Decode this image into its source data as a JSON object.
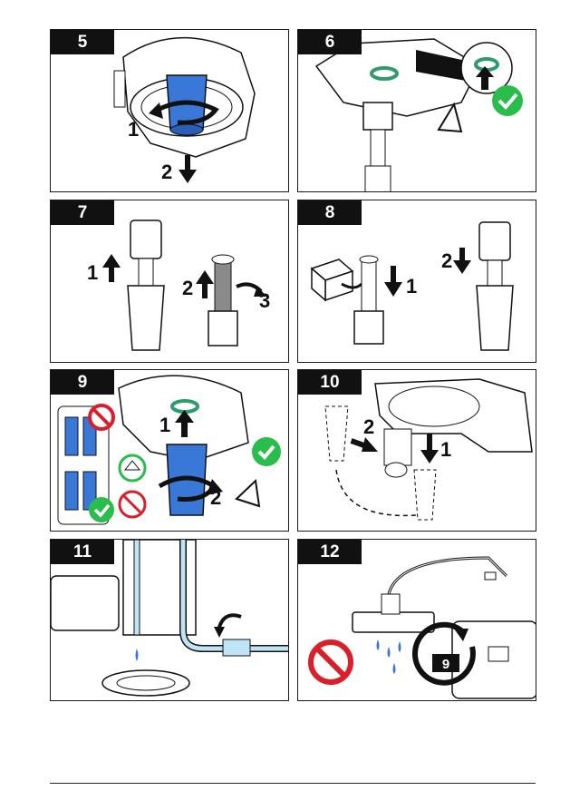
{
  "steps": [
    {
      "number": "5",
      "labels": [
        "1",
        "2"
      ]
    },
    {
      "number": "6",
      "labels": []
    },
    {
      "number": "7",
      "labels": [
        "1",
        "2",
        "3"
      ]
    },
    {
      "number": "8",
      "labels": [
        "2",
        "1"
      ]
    },
    {
      "number": "9",
      "labels": [
        "1",
        "2"
      ]
    },
    {
      "number": "10",
      "labels": [
        "2",
        "1"
      ]
    },
    {
      "number": "11",
      "labels": []
    },
    {
      "number": "12",
      "labels": [
        "9"
      ]
    }
  ],
  "colors": {
    "blue": "#3a78d8",
    "green": "#2bbd4c",
    "red": "#d9202a",
    "water": "#bfe4f5",
    "seal": "#2e9b6a"
  },
  "icons": [
    "rotate-arrow-icon",
    "check-icon",
    "prohibited-icon",
    "hand-icon",
    "warning-icon",
    "tool-icon",
    "box-icon",
    "rotate-clock-icon"
  ]
}
